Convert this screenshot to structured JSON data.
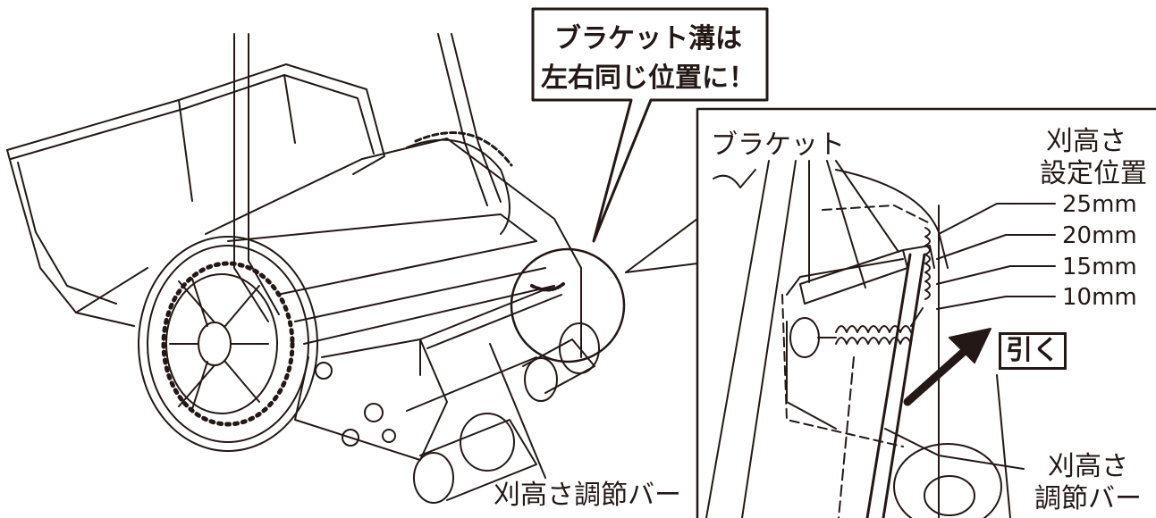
{
  "callout": {
    "line1": "ブラケット溝は",
    "line2": "左右同じ位置に！"
  },
  "main_label": "刈高さ調節バー",
  "inset": {
    "bracket_label": "ブラケット",
    "height_setting_line1": "刈高さ",
    "height_setting_line2": "設定位置",
    "heights": [
      "25mm",
      "20mm",
      "15mm",
      "10mm"
    ],
    "pull_label": "引く",
    "bar_label_line1": "刈高さ",
    "bar_label_line2": "調節バー"
  },
  "colors": {
    "ink": "#231815",
    "background": "#ffffff"
  }
}
